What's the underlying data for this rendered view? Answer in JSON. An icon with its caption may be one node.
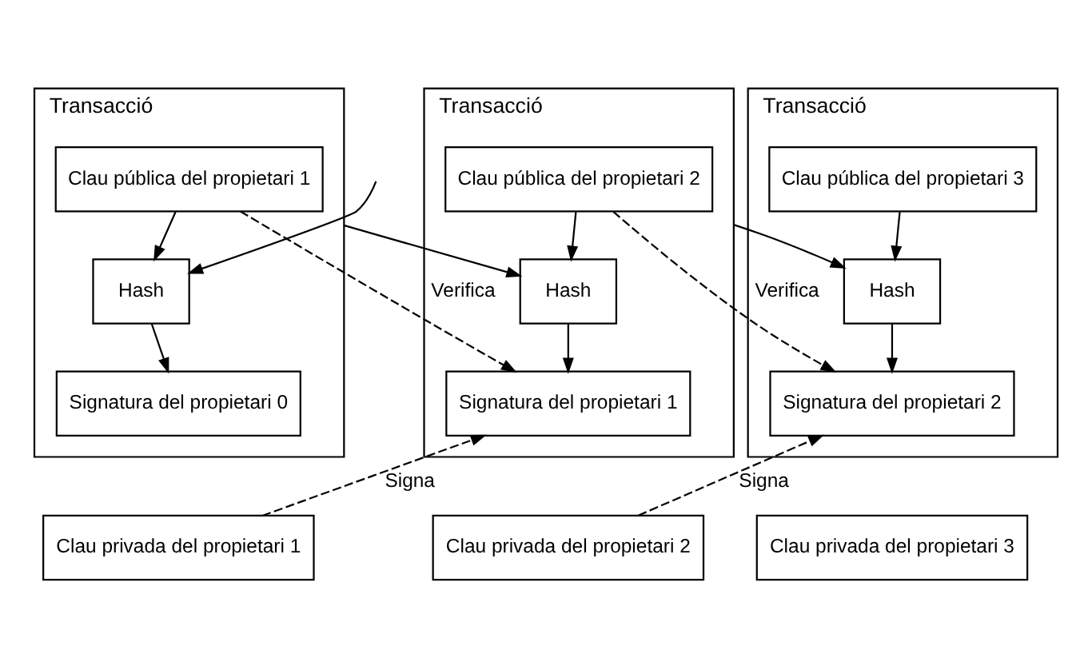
{
  "diagram": {
    "nodes": [
      {
        "text": [
          "Transacció"
        ]
      },
      {
        "text": [
          "Clau pública del propietari 1"
        ],
        "in": 0
      },
      {
        "text": [
          "Hash"
        ],
        "in": 0
      },
      {
        "text": [
          "Signatura del propietari 0"
        ],
        "in": 0
      },
      {
        "text": [
          "Transacció"
        ]
      },
      {
        "text": [
          "Clau pública del propietari 2"
        ],
        "in": 4
      },
      {
        "text": [
          "Hash"
        ],
        "in": 4
      },
      {
        "text": [
          "Signatura del propietari 1"
        ],
        "in": 4
      },
      {
        "text": [
          "Transacció"
        ]
      },
      {
        "text": [
          "Clau pública del propietari 3"
        ],
        "in": 8
      },
      {
        "text": [
          "Hash"
        ],
        "in": 8
      },
      {
        "text": [
          "Signatura del propietari 2"
        ],
        "in": 8
      },
      {
        "text": [
          "Clau privada del propietari 1"
        ]
      },
      {
        "text": [
          "Clau privada del propietari 2"
        ]
      },
      {
        "text": [
          "Clau privada del propietari 3"
        ]
      }
    ],
    "edges": [
      {
        "from": null,
        "to": 2,
        "arrow": "to"
      },
      {
        "from": 1,
        "to": 2,
        "arrow": "to"
      },
      {
        "from": 2,
        "to": 3,
        "arrow": "to"
      },
      {
        "from": 1,
        "to": 7,
        "arrow": "to",
        "style": "dashed",
        "label": "Verifica"
      },
      {
        "from": 0,
        "to": 6,
        "arrow": "to"
      },
      {
        "from": 5,
        "to": 6,
        "arrow": "to"
      },
      {
        "from": 6,
        "to": 7,
        "arrow": "to"
      },
      {
        "from": 5,
        "to": 11,
        "arrow": "to",
        "style": "dashed",
        "label": "Verifica"
      },
      {
        "from": 4,
        "to": 10,
        "arrow": "to"
      },
      {
        "from": 9,
        "to": 10,
        "arrow": "to"
      },
      {
        "from": 10,
        "to": 11,
        "arrow": "to"
      },
      {
        "from": 12,
        "to": 7,
        "arrow": "to",
        "style": "dashed",
        "label": "Signa"
      },
      {
        "from": 13,
        "to": 11,
        "arrow": "to",
        "style": "dashed",
        "label": "Signa"
      }
    ]
  }
}
